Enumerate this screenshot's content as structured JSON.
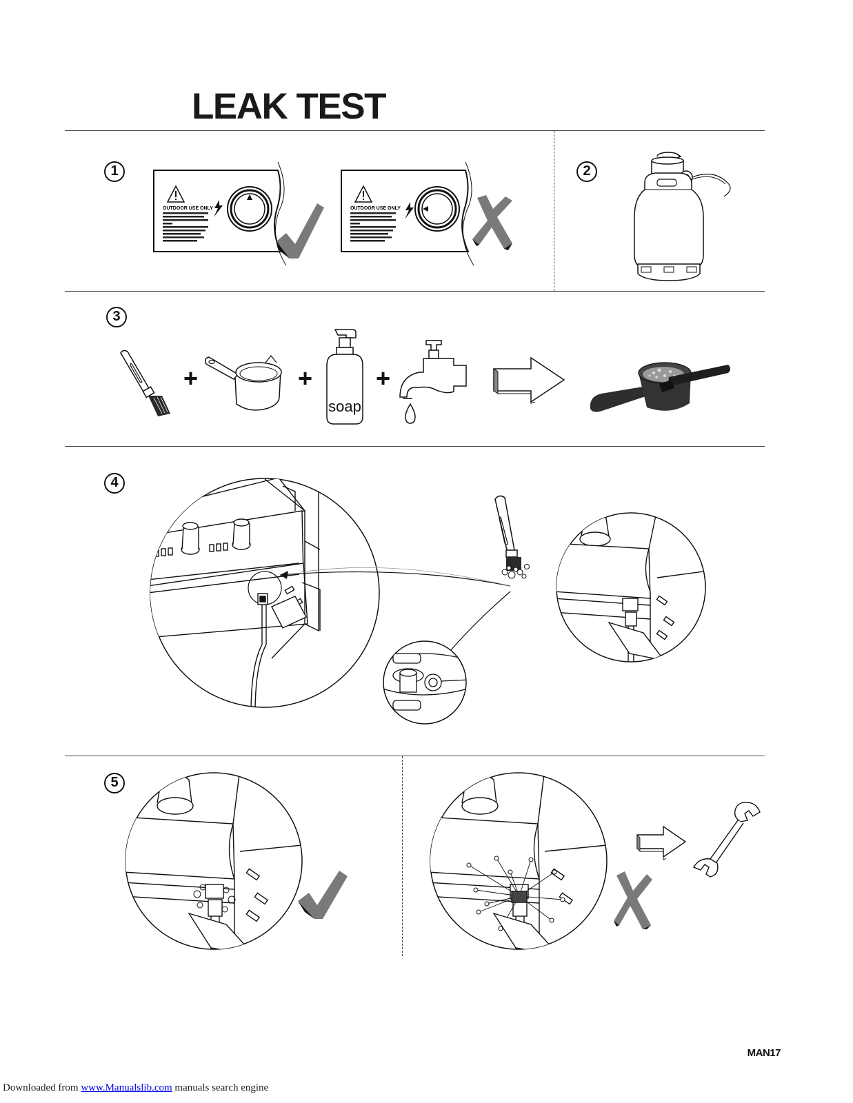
{
  "title": "LEAK TEST",
  "steps": [
    {
      "number": "1"
    },
    {
      "number": "2"
    },
    {
      "number": "3"
    },
    {
      "number": "4"
    },
    {
      "number": "5"
    }
  ],
  "label_panel": {
    "outdoor_text": "OUTDOOR USE ONLY"
  },
  "soap_label": "soap",
  "plus": "+",
  "model_code": "MAN17",
  "footer": {
    "prefix": "Downloaded from ",
    "link_text": "www.Manualslib.com",
    "suffix": " manuals search engine"
  }
}
